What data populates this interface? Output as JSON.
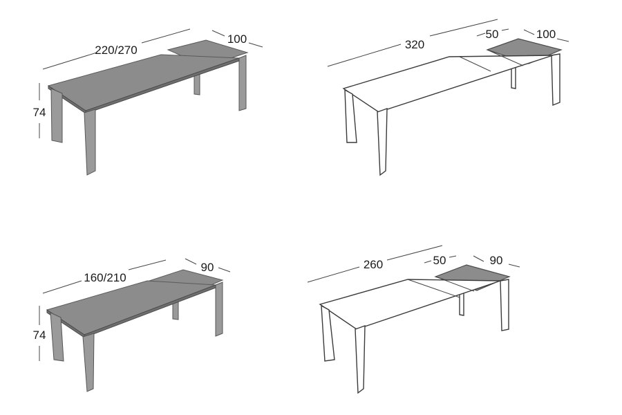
{
  "diagrams": [
    {
      "length": "220/270",
      "width": "100",
      "height": "74",
      "style": "grey"
    },
    {
      "length": "320",
      "extension": "50",
      "width": "100",
      "style": "line"
    },
    {
      "length": "160/210",
      "width": "90",
      "height": "74",
      "style": "grey"
    },
    {
      "length": "260",
      "extension": "50",
      "width": "90",
      "style": "line"
    }
  ],
  "colors": {
    "table_grey": "#8c8c8c",
    "outline": "#3a3a3a",
    "text": "#1a1a1a"
  }
}
